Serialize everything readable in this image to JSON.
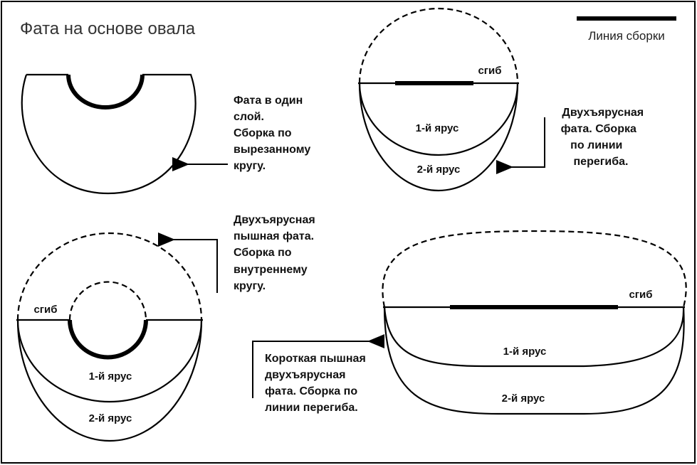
{
  "title": "Фата на основе овала",
  "legend": {
    "label": "Линия сборки"
  },
  "figures": [
    {
      "caption": [
        "Фата в один",
        "слой.",
        "Сборка по",
        "вырезанному",
        "кругу."
      ]
    },
    {
      "caption": [
        "Двухъярусная",
        "фата. Сборка",
        "по линии",
        "перегиба."
      ],
      "fold": "сгиб",
      "tier1": "1-й ярус",
      "tier2": "2-й ярус"
    },
    {
      "caption": [
        "Двухъярусная",
        "пышная фата.",
        "Сборка по",
        "внутреннему",
        "кругу."
      ],
      "fold": "сгиб",
      "tier1": "1-й ярус",
      "tier2": "2-й ярус"
    },
    {
      "caption": [
        "Короткая пышная",
        "двухъярусная",
        "фата. Сборка по",
        "линии перегиба."
      ],
      "fold": "сгиб",
      "tier1": "1-й ярус",
      "tier2": "2-й ярус"
    }
  ]
}
